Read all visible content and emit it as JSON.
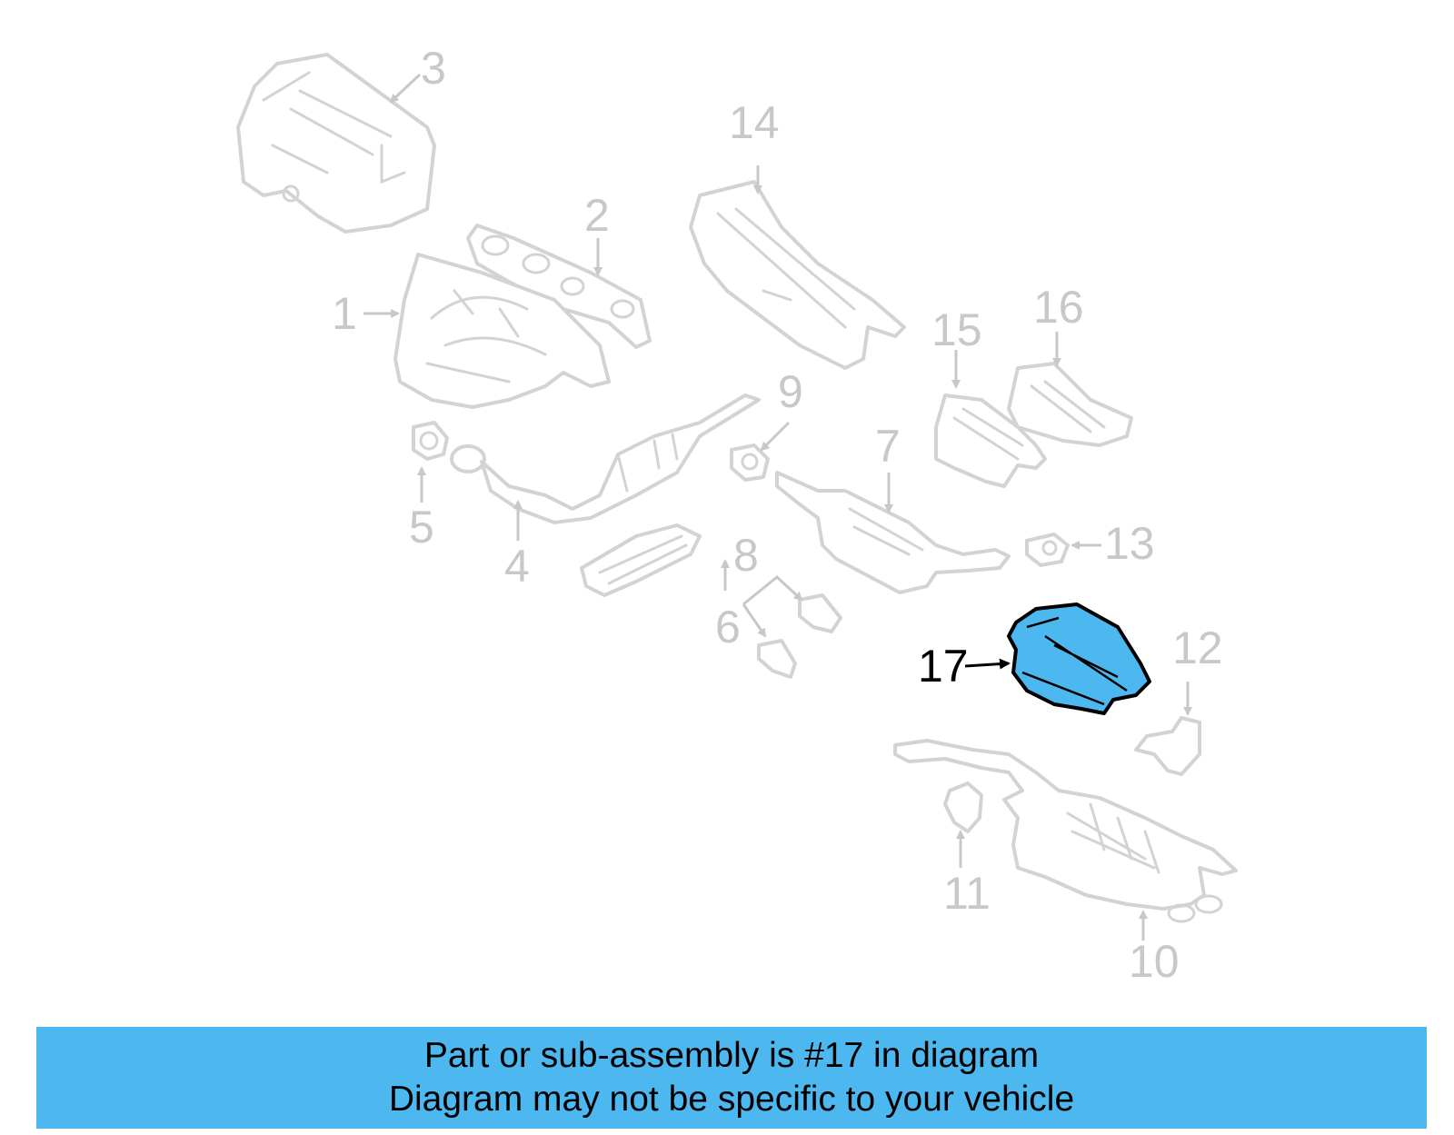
{
  "diagram": {
    "callouts": [
      "1",
      "2",
      "3",
      "4",
      "5",
      "6",
      "7",
      "8",
      "9",
      "10",
      "11",
      "12",
      "13",
      "14",
      "15",
      "16",
      "17"
    ],
    "highlighted_part": "17",
    "colors": {
      "highlight": "#4db8f0",
      "part_outline": "#d3d3d3",
      "label": "#c8c8c8",
      "highlight_outline": "#000000"
    }
  },
  "banner": {
    "line1": "Part or sub-assembly is #17 in diagram",
    "line2": "Diagram may not be specific to your vehicle"
  }
}
